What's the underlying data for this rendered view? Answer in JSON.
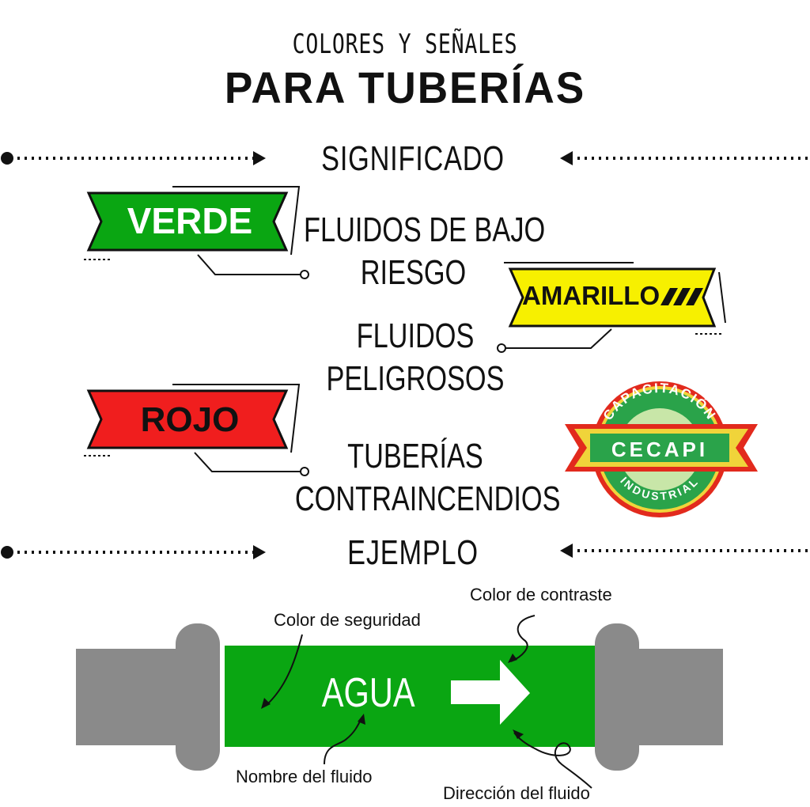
{
  "header": {
    "subtitle": "COLORES Y SEÑALES",
    "title": "PARA TUBERÍAS"
  },
  "sections": {
    "meaning": "SIGNIFICADO",
    "example": "EJEMPLO"
  },
  "banners": [
    {
      "label": "VERDE",
      "color": "#0aa612",
      "text_color": "#ffffff",
      "meaning_line1": "FLUIDOS DE BAJO",
      "meaning_line2": "RIESGO"
    },
    {
      "label": "AMARILLO",
      "color": "#f7f000",
      "text_color": "#111111",
      "meaning_line1": "FLUIDOS",
      "meaning_line2": "PELIGROSOS"
    },
    {
      "label": "ROJO",
      "color": "#f01e1e",
      "text_color": "#111111",
      "meaning_line1": "TUBERÍAS",
      "meaning_line2": "CONTRAINCENDIOS"
    }
  ],
  "logo": {
    "top_text": "CAPACITACIÓN",
    "center_text": "CECAPI",
    "bottom_text": "INDUSTRIAL"
  },
  "pipe_example": {
    "fluid_name": "AGUA",
    "pipe_color": "#0aa612",
    "callouts": {
      "safety_color": "Color de seguridad",
      "contrast_color": "Color de contraste",
      "fluid_name": "Nombre del fluido",
      "fluid_direction": "Dirección del fluido"
    }
  }
}
